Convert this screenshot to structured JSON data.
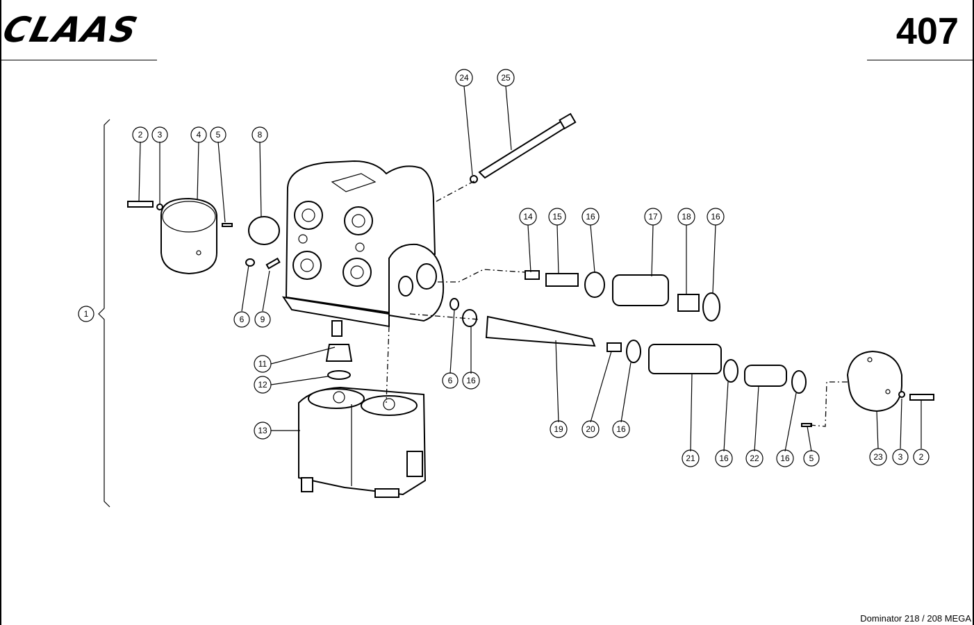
{
  "header": {
    "brand": "CLAAS",
    "page_number": "407"
  },
  "footer": {
    "model": "Dominator 218 / 208 MEGA"
  },
  "callouts": [
    {
      "id": "c1",
      "label": "1"
    },
    {
      "id": "c2a",
      "label": "2"
    },
    {
      "id": "c3a",
      "label": "3"
    },
    {
      "id": "c4",
      "label": "4"
    },
    {
      "id": "c5a",
      "label": "5"
    },
    {
      "id": "c8",
      "label": "8"
    },
    {
      "id": "c6a",
      "label": "6"
    },
    {
      "id": "c9",
      "label": "9"
    },
    {
      "id": "c24",
      "label": "24"
    },
    {
      "id": "c25",
      "label": "25"
    },
    {
      "id": "c14",
      "label": "14"
    },
    {
      "id": "c15",
      "label": "15"
    },
    {
      "id": "c16a",
      "label": "16"
    },
    {
      "id": "c17",
      "label": "17"
    },
    {
      "id": "c18",
      "label": "18"
    },
    {
      "id": "c16b",
      "label": "16"
    },
    {
      "id": "c11",
      "label": "11"
    },
    {
      "id": "c12",
      "label": "12"
    },
    {
      "id": "c13",
      "label": "13"
    },
    {
      "id": "c6b",
      "label": "6"
    },
    {
      "id": "c16c",
      "label": "16"
    },
    {
      "id": "c19",
      "label": "19"
    },
    {
      "id": "c20",
      "label": "20"
    },
    {
      "id": "c16d",
      "label": "16"
    },
    {
      "id": "c21",
      "label": "21"
    },
    {
      "id": "c16e",
      "label": "16"
    },
    {
      "id": "c22",
      "label": "22"
    },
    {
      "id": "c16f",
      "label": "16"
    },
    {
      "id": "c5b",
      "label": "5"
    },
    {
      "id": "c23",
      "label": "23"
    },
    {
      "id": "c3b",
      "label": "3"
    },
    {
      "id": "c2b",
      "label": "2"
    }
  ]
}
